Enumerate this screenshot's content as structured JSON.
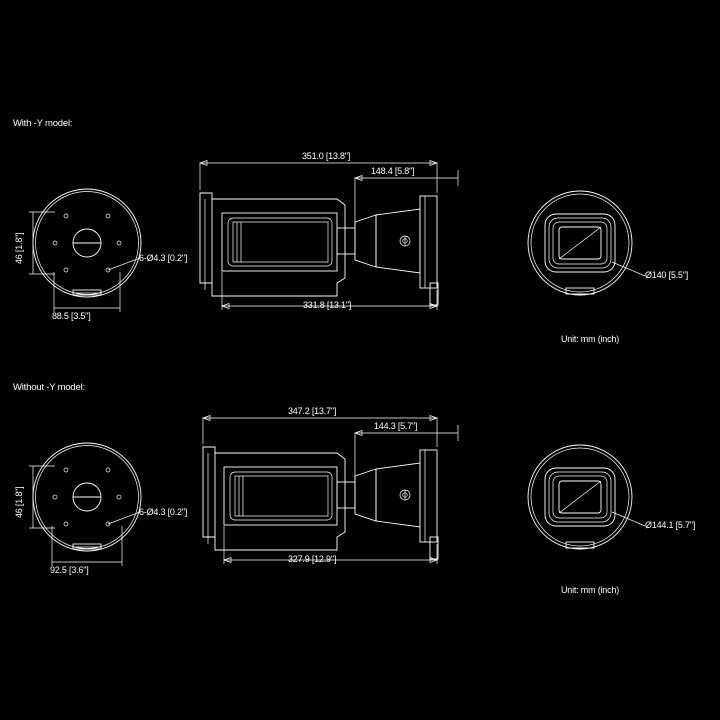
{
  "page": {
    "background": "#000000",
    "stroke": "#ffffff"
  },
  "sections": [
    {
      "id": "with-y",
      "title": "With -Y model:",
      "unit_note": "Unit: mm (inch)",
      "labels": {
        "base_height": "46 [1.8\"]",
        "base_holes": "6-Ø4.3 [0.2\"]",
        "base_width": "88.5 [3.5\"]",
        "overall_top": "351.0 [13.8\"]",
        "lens_len": "148.4 [5.8\"]",
        "overall_bottom": "331.8 [13.1\"]",
        "front_dia": "Ø140 [5.5\"]"
      }
    },
    {
      "id": "without-y",
      "title": "Without -Y model:",
      "unit_note": "Unit: mm (inch)",
      "labels": {
        "base_height": "46 [1.8\"]",
        "base_holes": "6-Ø4.3 [0.2\"]",
        "base_width": "92.5 [3.6\"]",
        "overall_top": "347.2 [13.7\"]",
        "lens_len": "144.3 [5.7\"]",
        "overall_bottom": "327.9 [12.9\"]",
        "front_dia": "Ø144.1 [5.7\"]"
      }
    }
  ]
}
